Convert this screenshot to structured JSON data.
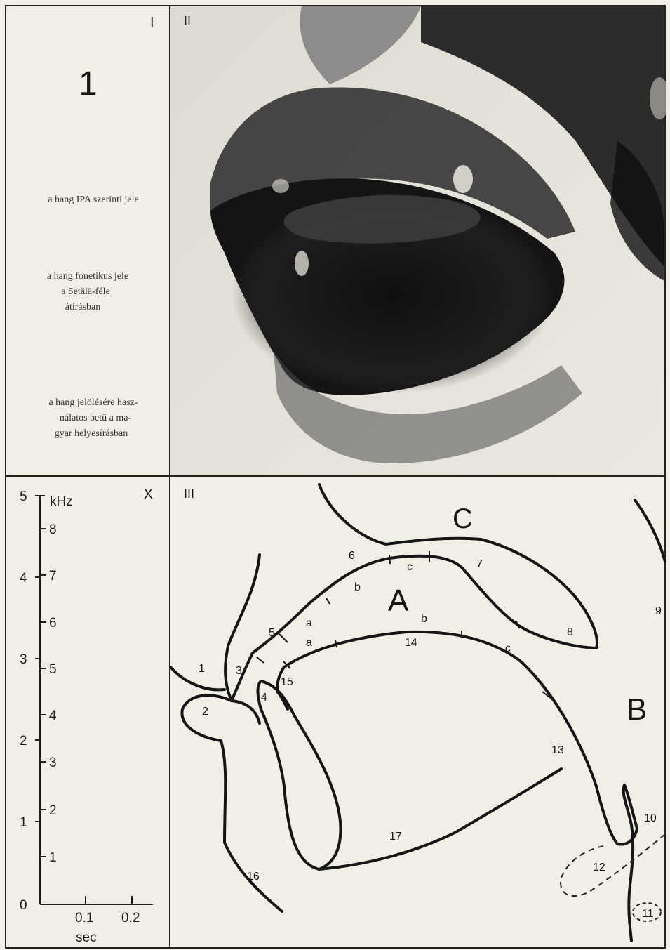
{
  "panels": {
    "p1": {
      "label": "I",
      "number": "1",
      "captions": {
        "ipa": "a hang IPA szerinti jele",
        "setala": [
          "a hang fonetikus jele",
          "a Setälä-féle",
          "átírásban"
        ],
        "ortho": [
          "a hang jelölésére hasz-",
          "nálatos betű a ma-",
          "gyar helyesírásban"
        ]
      }
    },
    "p2": {
      "label": "II"
    },
    "p3": {
      "label": "X",
      "freq_unit": "kHz",
      "time_unit": "sec",
      "left_ticks": [
        "0",
        "1",
        "2",
        "3",
        "4",
        "5"
      ],
      "right_ticks": [
        "1",
        "2",
        "3",
        "4",
        "5",
        "6",
        "7",
        "8"
      ],
      "x_ticks": [
        "0.1",
        "0.2"
      ]
    },
    "p4": {
      "label": "III",
      "region_labels": {
        "A": "A",
        "B": "B",
        "C": "C"
      },
      "numbers": [
        "1",
        "2",
        "3",
        "4",
        "5",
        "6",
        "7",
        "8",
        "9",
        "10",
        "11",
        "12",
        "13",
        "14",
        "15",
        "16",
        "17"
      ],
      "letters": {
        "a1": "a",
        "a2": "a",
        "b1": "b",
        "b2": "b",
        "c1": "c",
        "c2": "c"
      }
    }
  },
  "colors": {
    "ink": "#141414",
    "paper": "#f1eee6",
    "rule": "#222222"
  }
}
